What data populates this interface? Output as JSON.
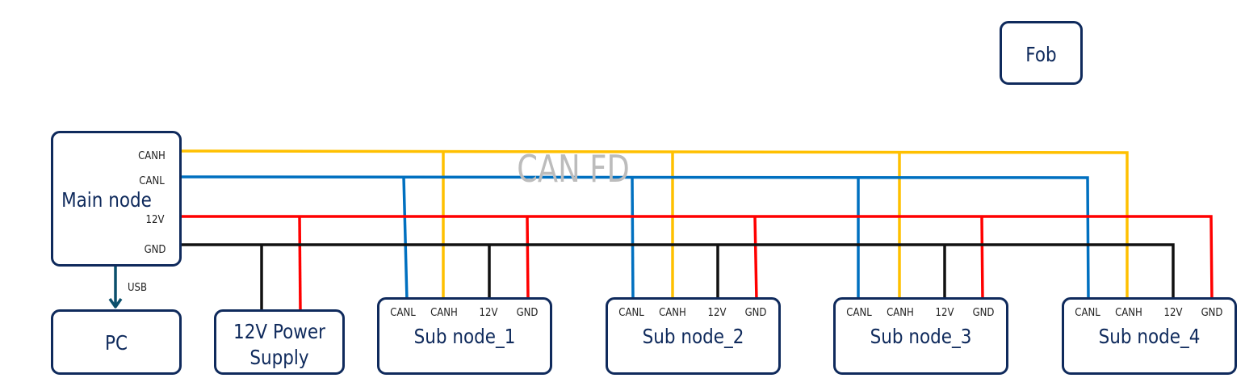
{
  "bus_label": "CAN FD",
  "colors": {
    "canh": "#FFC000",
    "canl": "#0070C0",
    "v12": "#FF0000",
    "gnd": "#111111",
    "box_border": "#0F2A5C",
    "usb": "#0B4F6C"
  },
  "fob": {
    "label": "Fob"
  },
  "main_node": {
    "label": "Main node",
    "pins": {
      "canh": "CANH",
      "canl": "CANL",
      "v12": "12V",
      "gnd": "GND"
    }
  },
  "usb_label": "USB",
  "pc": {
    "label": "PC"
  },
  "power_supply": {
    "label_line1": "12V Power",
    "label_line2": "Supply"
  },
  "sub_nodes": [
    {
      "label": "Sub node_1",
      "pins": [
        "CANL",
        "CANH",
        "12V",
        "GND"
      ]
    },
    {
      "label": "Sub node_2",
      "pins": [
        "CANL",
        "CANH",
        "12V",
        "GND"
      ]
    },
    {
      "label": "Sub node_3",
      "pins": [
        "CANL",
        "CANH",
        "12V",
        "GND"
      ]
    },
    {
      "label": "Sub node_4",
      "pins": [
        "CANL",
        "CANH",
        "12V",
        "GND"
      ]
    }
  ]
}
